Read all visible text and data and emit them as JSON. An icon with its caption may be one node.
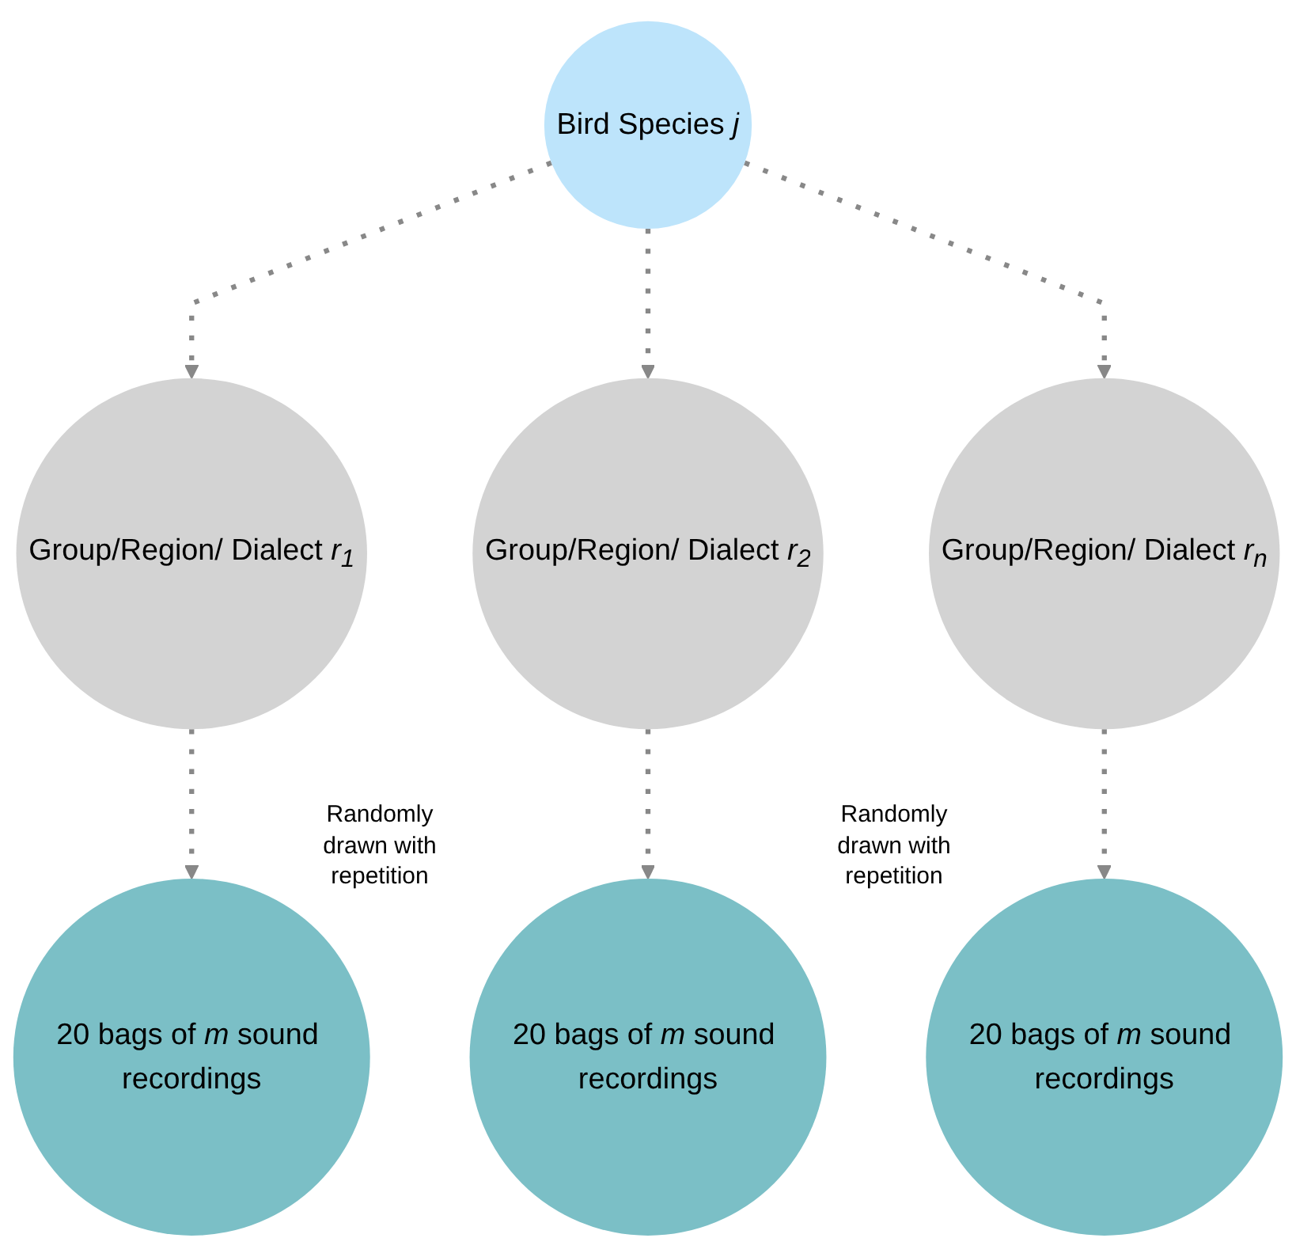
{
  "diagram": {
    "nodes": [
      {
        "text": [
          "Bird Species *j*"
        ]
      },
      {
        "text": [
          "Group/Region/ Dialect *r*$_{1}$"
        ]
      },
      {
        "text": [
          "Group/Region/ Dialect *r*$_{2}$"
        ]
      },
      {
        "text": [
          "Group/Region/ Dialect *r*$_{n}$"
        ]
      },
      {
        "text": [
          "20 bags of *m* sound recordings"
        ]
      },
      {
        "text": [
          "20 bags of *m* sound recordings"
        ]
      },
      {
        "text": [
          "20 bags of *m* sound recordings"
        ]
      }
    ],
    "edges": [
      {
        "from": 0,
        "to": 1,
        "arrow": "to",
        "style": "dashed"
      },
      {
        "from": 0,
        "to": 2,
        "arrow": "to",
        "style": "dashed"
      },
      {
        "from": 0,
        "to": 3,
        "arrow": "to",
        "style": "dashed"
      },
      {
        "from": 1,
        "to": 4,
        "arrow": "to",
        "style": "dashed"
      },
      {
        "from": 2,
        "to": 5,
        "arrow": "to",
        "style": "dashed"
      },
      {
        "from": 3,
        "to": 6,
        "arrow": "to",
        "style": "dashed"
      }
    ],
    "labels": [
      "Randomly drawn with repetition",
      "Randomly drawn with repetition"
    ]
  }
}
